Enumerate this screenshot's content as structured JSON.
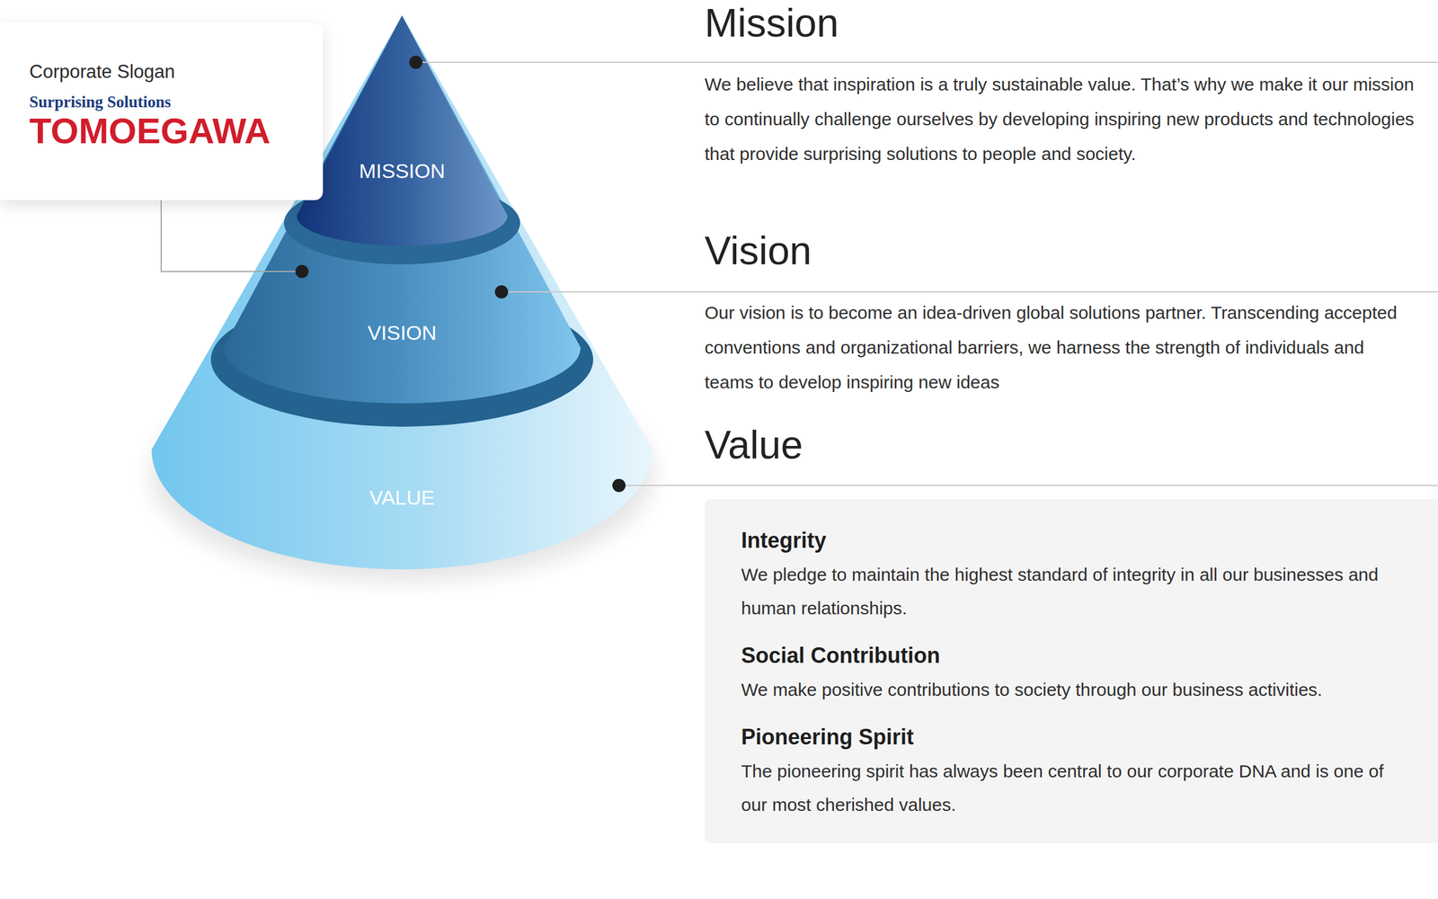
{
  "diagram": {
    "nodes": [
      {
        "text": [
          "Corporate Slogan",
          "Surprising Solutions",
          "TOMOEGAWA"
        ]
      },
      {
        "text": [
          "MISSION"
        ]
      },
      {
        "text": [
          "VISION"
        ]
      },
      {
        "text": [
          "VALUE"
        ]
      },
      {
        "text": [
          "Value",
          "Integrity",
          "We pledge to maintain the highest standard of integrity in all our businesses and human relationships.",
          "Social Contribution",
          "We make positive contributions to society through our business activities.",
          "Pioneering Spirit",
          "The pioneering spirit has always been central to our corporate DNA and is one of our most cherished values."
        ]
      }
    ],
    "edges": [
      {
        "from": 0,
        "to": 2,
        "arrow": "none"
      }
    ],
    "labels": [
      "Mission",
      "We believe that inspiration is a truly sustainable value. That’s why we make it our mission to continually challenge ourselves by developing inspiring new products and technologies that provide surprising solutions to people and society.",
      "Vision",
      "Our vision is to become an idea-driven global solutions partner. Transcending accepted conventions and organizational barriers, we harness the strength of individuals and teams to develop inspiring new ideas"
    ]
  }
}
